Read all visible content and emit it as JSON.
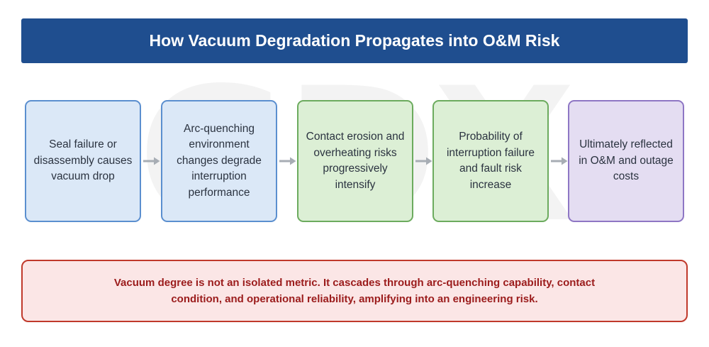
{
  "title": "How Vacuum Degradation Propagates into O&M Risk",
  "watermark_text": "GDX",
  "colors": {
    "title_bg": "#1f4e8f",
    "title_text": "#ffffff",
    "arrow": "#a7adb4",
    "note_bg": "#fbe6e6",
    "note_border": "#c0392b",
    "note_text": "#9b1c1c"
  },
  "steps": [
    {
      "text": "Seal failure or disassembly causes vacuum drop",
      "fill": "#dbe8f7",
      "border": "#5b8fcf"
    },
    {
      "text": "Arc-quenching environment changes degrade interruption performance",
      "fill": "#dbe8f7",
      "border": "#5b8fcf"
    },
    {
      "text": "Contact erosion and overheating risks progressively intensify",
      "fill": "#dcefd5",
      "border": "#6cab5e"
    },
    {
      "text": "Probability of interruption failure and fault risk increase",
      "fill": "#dcefd5",
      "border": "#6cab5e"
    },
    {
      "text": "Ultimately reflected in O&M and outage costs",
      "fill": "#e4ddf2",
      "border": "#8e76c4"
    }
  ],
  "arrow_icon": "arrow-right-icon",
  "note": "Vacuum degree is not an isolated metric. It cascades through arc-quenching capability, contact condition, and operational reliability, amplifying into an engineering risk."
}
